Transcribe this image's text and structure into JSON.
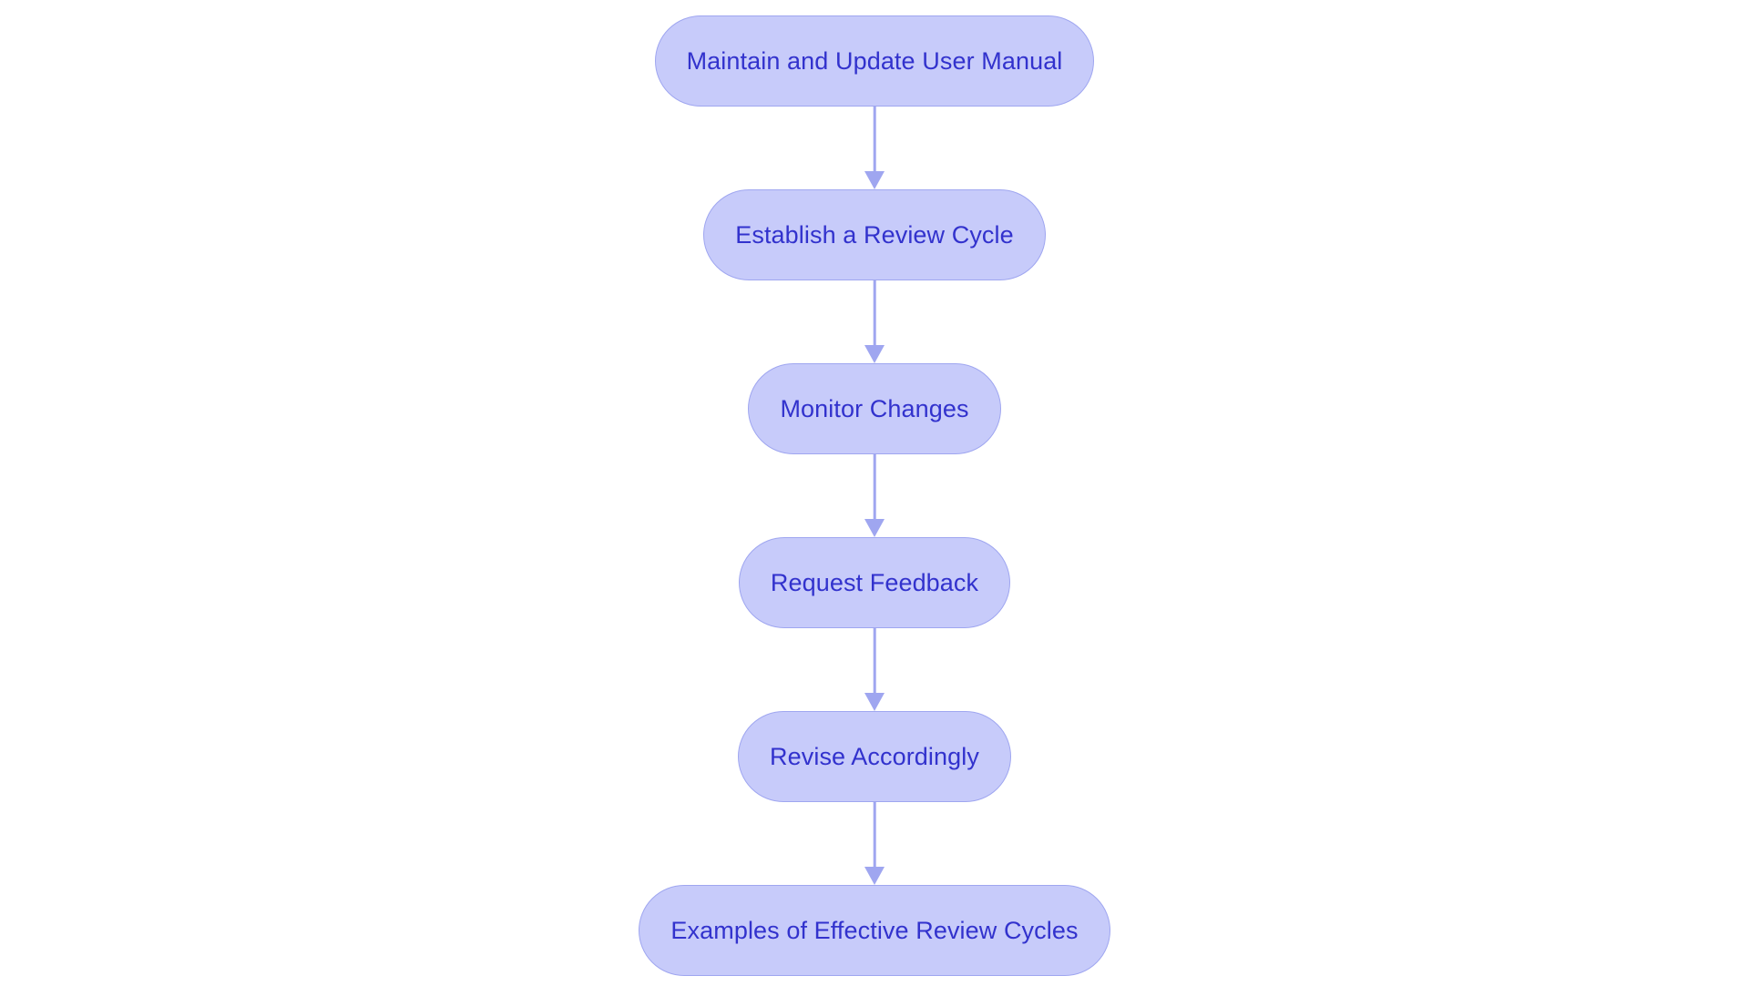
{
  "diagram": {
    "type": "flowchart",
    "orientation": "top-to-bottom",
    "title": "",
    "background_color": "#ffffff",
    "node_fill_color": "#c7cbfa",
    "node_border_color": "#9fa6f0",
    "node_text_color": "#3232cd",
    "connector_color": "#9fa6f0",
    "node_shape": "stadium",
    "nodes": [
      {
        "id": "n1",
        "label": "Maintain and Update User Manual"
      },
      {
        "id": "n2",
        "label": "Establish a Review Cycle"
      },
      {
        "id": "n3",
        "label": "Monitor Changes"
      },
      {
        "id": "n4",
        "label": "Request Feedback"
      },
      {
        "id": "n5",
        "label": "Revise Accordingly"
      },
      {
        "id": "n6",
        "label": "Examples of Effective Review Cycles"
      }
    ],
    "edges": [
      {
        "id": "e1",
        "from": "n1",
        "to": "n2",
        "label": "",
        "arrow": "down-arrow"
      },
      {
        "id": "e2",
        "from": "n2",
        "to": "n3",
        "label": "",
        "arrow": "down-arrow"
      },
      {
        "id": "e3",
        "from": "n3",
        "to": "n4",
        "label": "",
        "arrow": "down-arrow"
      },
      {
        "id": "e4",
        "from": "n4",
        "to": "n5",
        "label": "",
        "arrow": "down-arrow"
      },
      {
        "id": "e5",
        "from": "n5",
        "to": "n6",
        "label": "",
        "arrow": "down-arrow"
      }
    ]
  }
}
